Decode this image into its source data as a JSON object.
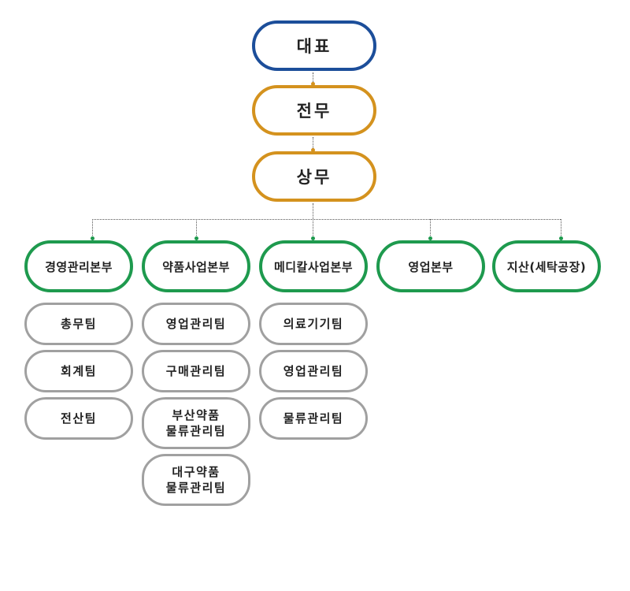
{
  "colors": {
    "ceo_border": "#1c4e9a",
    "executive_border": "#d4921e",
    "division_border": "#1e9a4e",
    "team_border": "#a0a0a0",
    "connector": "#555555"
  },
  "org": {
    "ceo": "대표",
    "vice_president": "전무",
    "managing_director": "상무",
    "divisions": [
      {
        "name": "경영관리본부",
        "teams": [
          {
            "lines": [
              "총무팀"
            ]
          },
          {
            "lines": [
              "회계팀"
            ]
          },
          {
            "lines": [
              "전산팀"
            ]
          }
        ]
      },
      {
        "name": "약품사업본부",
        "teams": [
          {
            "lines": [
              "영업관리팀"
            ]
          },
          {
            "lines": [
              "구매관리팀"
            ]
          },
          {
            "lines": [
              "부산약품",
              "물류관리팀"
            ]
          },
          {
            "lines": [
              "대구약품",
              "물류관리팀"
            ]
          }
        ]
      },
      {
        "name": "메디칼사업본부",
        "teams": [
          {
            "lines": [
              "의료기기팀"
            ]
          },
          {
            "lines": [
              "영업관리팀"
            ]
          },
          {
            "lines": [
              "물류관리팀"
            ]
          }
        ]
      },
      {
        "name": "영업본부",
        "teams": []
      },
      {
        "name": "지산(세탁공장)",
        "teams": []
      }
    ]
  }
}
